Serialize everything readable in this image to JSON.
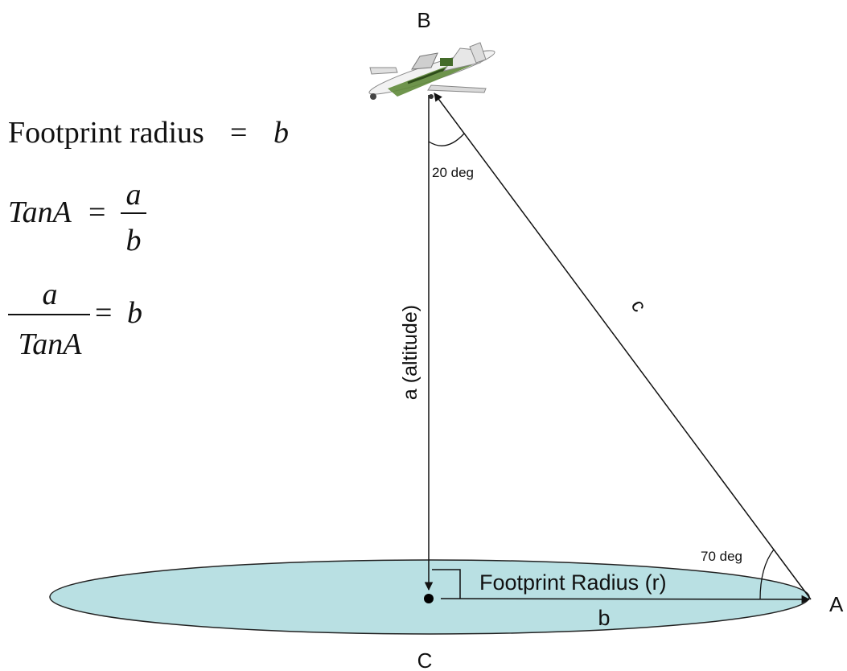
{
  "colors": {
    "footprint_fill": "#b9e0e3",
    "line": "#111111"
  },
  "icons": {
    "aircraft": "uav-aircraft-icon"
  },
  "points": {
    "B": "B",
    "A": "A",
    "C": "C"
  },
  "labels": {
    "altitude": "a (altitude)",
    "hypotenuse": "c",
    "base": "b",
    "footprint_radius": "Footprint Radius (r)",
    "angle_top": "20 deg",
    "angle_bottom": "70 deg"
  },
  "formulas": {
    "f1_text": "Footprint radius",
    "f1_eq": "=",
    "f1_var": "b",
    "f2_lhs": "TanA",
    "f2_eq": "=",
    "f2_num": "a",
    "f2_den": "b",
    "f3_num": "a",
    "f3_den": "TanA",
    "f3_eq": "=",
    "f3_rhs": "b"
  }
}
